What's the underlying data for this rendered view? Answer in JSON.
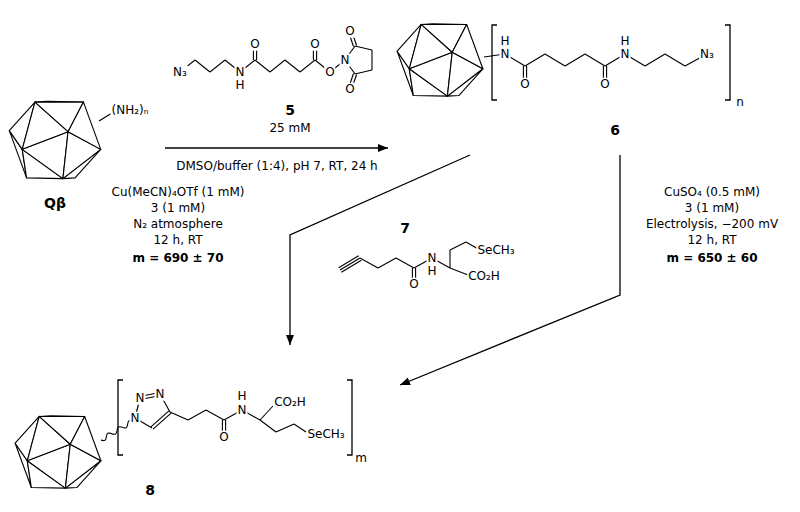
{
  "diagram": {
    "nodes": [
      {
        "text": [
          "Qβ"
        ]
      },
      {
        "text": [
          "6"
        ]
      },
      {
        "text": [
          "8"
        ]
      }
    ],
    "edges": [
      {
        "from": 0,
        "to": 1,
        "arrow": "to"
      },
      {
        "from": 1,
        "to": 2,
        "arrow": "to"
      },
      {
        "from": 1,
        "to": 2,
        "arrow": "to"
      }
    ],
    "labels": [
      "N₃",
      "N",
      "H",
      "O",
      "O",
      "O",
      "N",
      "O",
      "O",
      "5",
      "25 mM",
      "DMSO/buffer (1:4), pH 7, RT, 24 h",
      "(NH₂)ₙ",
      "H",
      "N",
      "O",
      "O",
      "H",
      "N",
      "N₃",
      "n",
      "Cu(MeCN)₄OTf (1 mM)",
      "3 (1 mM)",
      "N₂ atmosphere",
      "12 h, RT",
      "m = 690 ± 70",
      "O",
      "N",
      "H",
      "CO₂H",
      "SeCH₃",
      "7",
      "CuSO₄ (0.5 mM)",
      "3 (1 mM)",
      "Electrolysis, −200 mV",
      "12 h, RT",
      "m = 650 ± 60",
      "N",
      "N",
      "N",
      "O",
      "N",
      "H",
      "CO₂H",
      "SeCH₃",
      "m"
    ]
  }
}
